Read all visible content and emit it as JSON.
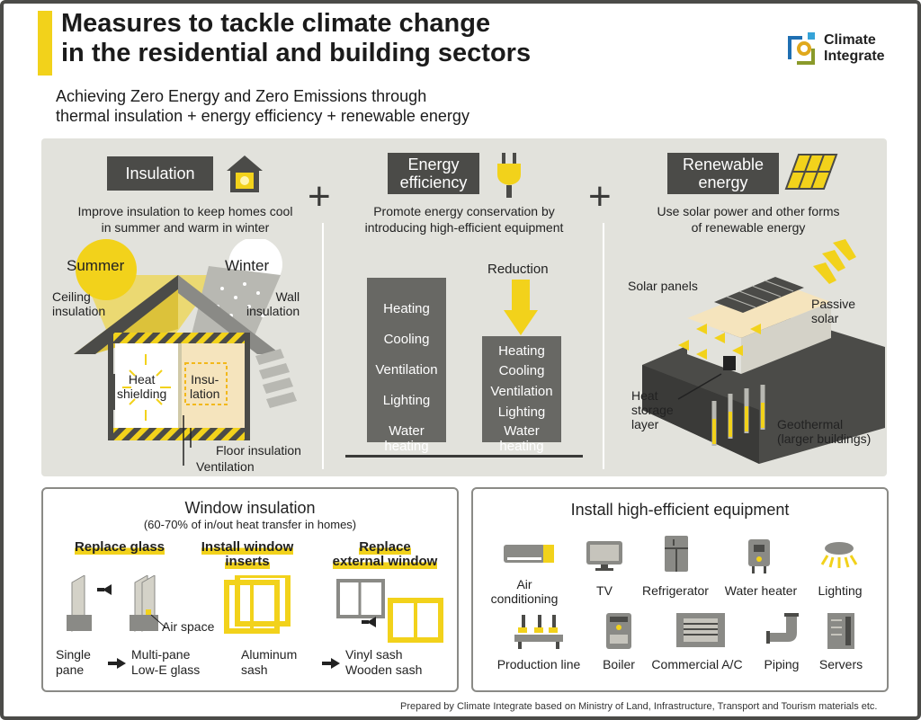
{
  "header": {
    "title_line1": "Measures to tackle climate change",
    "title_line2": "in the residential and building sectors",
    "subtitle_line1": "Achieving Zero Energy and Zero Emissions through",
    "subtitle_line2": "thermal insulation + energy efficiency + renewable energy",
    "logo_line1": "Climate",
    "logo_line2": "Integrate"
  },
  "insulation": {
    "label": "Insulation",
    "desc_line1": "Improve insulation to keep homes cool",
    "desc_line2": "in summer and warm in winter",
    "summer": "Summer",
    "winter": "Winter",
    "ceiling_line1": "Ceiling",
    "ceiling_line2": "insulation",
    "wall_line1": "Wall",
    "wall_line2": "insulation",
    "heat_line1": "Heat",
    "heat_line2": "shielding",
    "insu_line1": "Insu-",
    "insu_line2": "lation",
    "floor": "Floor insulation",
    "ventilation": "Ventilation"
  },
  "efficiency": {
    "label_line1": "Energy",
    "label_line2": "efficiency",
    "desc_line1": "Promote energy conservation by",
    "desc_line2": "introducing high-efficient equipment",
    "reduction": "Reduction",
    "before_items": [
      "Heating",
      "Cooling",
      "Ventilation",
      "Lighting",
      "Water heating"
    ],
    "after_items": [
      "Heating",
      "Cooling",
      "Ventilation",
      "Lighting",
      "Water heating"
    ]
  },
  "renewable": {
    "label_line1": "Renewable",
    "label_line2": "energy",
    "desc_line1": "Use solar power and other forms",
    "desc_line2": "of renewable energy",
    "solar_panels": "Solar panels",
    "passive_line1": "Passive",
    "passive_line2": "solar",
    "heat_line1": "Heat",
    "heat_line2": "storage",
    "heat_line3": "layer",
    "geo_line1": "Geothermal",
    "geo_line2": "(larger buildings)"
  },
  "window": {
    "title": "Window insulation",
    "subtitle": "(60-70% of in/out heat transfer in homes)",
    "replace_glass": "Replace glass",
    "inserts_line1": "Install window",
    "inserts_line2": "inserts",
    "external_line1": "Replace",
    "external_line2": "external window",
    "air_space": "Air space",
    "single_line1": "Single",
    "single_line2": "pane",
    "multi_line1": "Multi-pane",
    "multi_line2": "Low-E glass",
    "alu_line1": "Aluminum",
    "alu_line2": "sash",
    "vinyl_line1": "Vinyl sash",
    "vinyl_line2": "Wooden sash"
  },
  "equipment": {
    "title": "Install high-efficient equipment",
    "air_line1": "Air",
    "air_line2": "conditioning",
    "tv": "TV",
    "fridge": "Refrigerator",
    "water_heater": "Water heater",
    "lighting": "Lighting",
    "production": "Production line",
    "boiler": "Boiler",
    "commercial": "Commercial A/C",
    "piping": "Piping",
    "servers": "Servers"
  },
  "footer": {
    "credit": "Prepared by Climate Integrate based on Ministry of Land, Infrastructure, Transport and Tourism materials etc."
  },
  "colors": {
    "yellow": "#f2d21b",
    "dark": "#4b4b48",
    "panel": "#e2e2dc",
    "bar": "#686864"
  }
}
